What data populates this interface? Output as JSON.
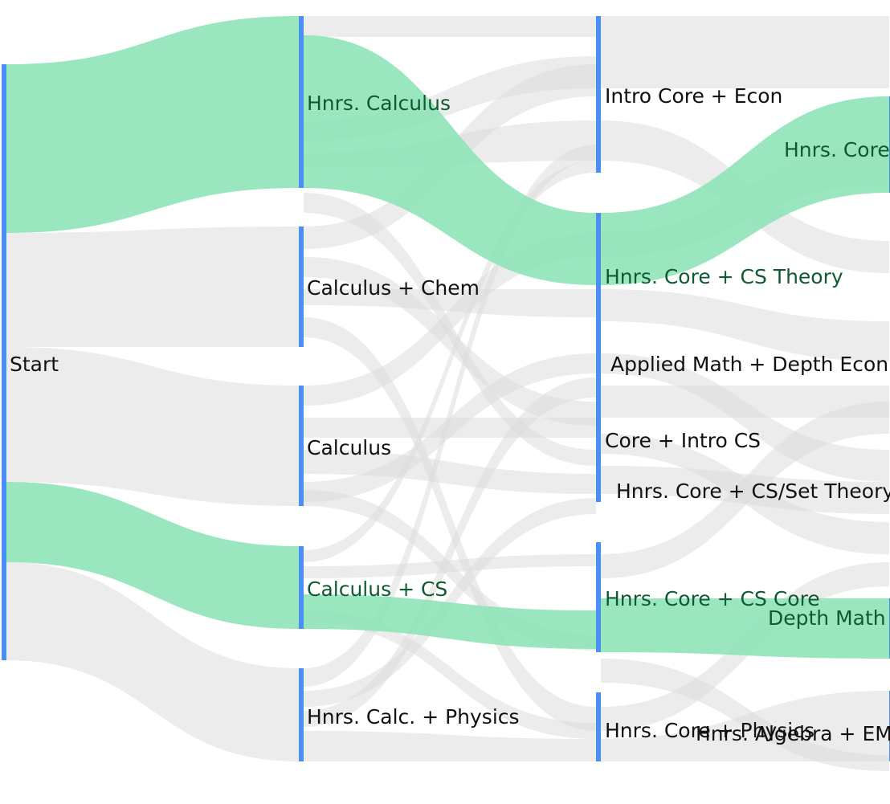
{
  "diagram": {
    "type": "sankey",
    "colors": {
      "node_bar": "#4a90f2",
      "link_default": "#dcdcdc",
      "link_highlight": "#8fe3b8",
      "label_default": "#111111",
      "label_highlight": "#0f5a30"
    },
    "columns": [
      {
        "nodes": [
          {
            "label": "Start"
          }
        ]
      },
      {
        "nodes": [
          {
            "label": "Hnrs. Calculus",
            "highlight": true
          },
          {
            "label": "Calculus + Chem"
          },
          {
            "label": "Calculus"
          },
          {
            "label": "Calculus + CS",
            "highlight": true
          },
          {
            "label": "Hnrs. Calc. + Physics"
          }
        ]
      },
      {
        "nodes": [
          {
            "label": "Intro Core + Econ"
          },
          {
            "label": "Hnrs. Core + CS Theory",
            "highlight": true
          },
          {
            "label": "Applied Math + Depth Econ"
          },
          {
            "label": "Core + Intro CS"
          },
          {
            "label": "Hnrs. Core + CS/Set Theory"
          },
          {
            "label": "Hnrs. Core + CS Core",
            "highlight": true
          },
          {
            "label": "Hnrs. Core + Physics"
          }
        ]
      },
      {
        "nodes": [
          {
            "label": "Hnrs. Core",
            "highlight": true
          },
          {
            "label": "Depth Math",
            "highlight": true
          },
          {
            "label": "Hnrs. Algebra + EM"
          }
        ]
      }
    ],
    "highlighted_paths": [
      [
        "Start",
        "Hnrs. Calculus",
        "Hnrs. Core + CS Theory",
        "Hnrs. Core"
      ],
      [
        "Start",
        "Calculus + CS",
        "Hnrs. Core + CS Core",
        "Depth Math"
      ]
    ]
  }
}
